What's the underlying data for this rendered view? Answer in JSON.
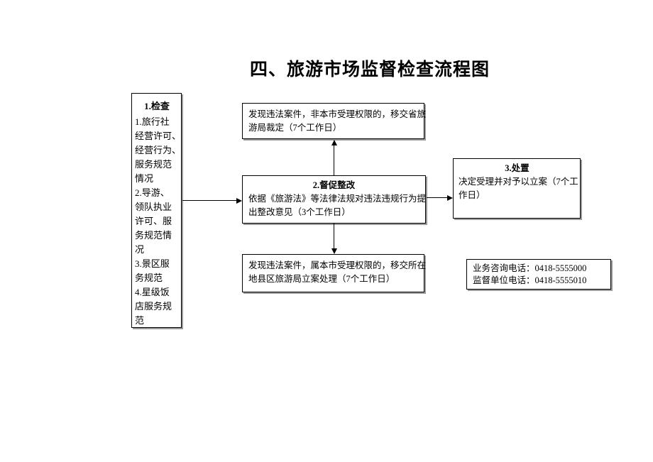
{
  "page": {
    "title": "四、旅游市场监督检查流程图"
  },
  "colors": {
    "background": "#ffffff",
    "text": "#000000",
    "box_border": "#000000",
    "box_shadow": "#999999",
    "arrow": "#000000"
  },
  "flowchart": {
    "check_box": {
      "title": "1.检查",
      "lines": [
        "1.旅行社",
        "经营许可、",
        "经营行为、",
        "服务规范",
        "情况",
        "2.导游、",
        "领队执业",
        "许可、服",
        "务规范情",
        "况",
        "3.景区服",
        "务规范",
        "4.星级饭",
        "店服务规",
        "范"
      ]
    },
    "report_box": {
      "lines": [
        "发现违法案件，非本市受理权限的，移交省旅",
        "游局裁定（7个工作日）"
      ]
    },
    "supervise_box": {
      "title": "2.督促整改",
      "lines": [
        "依据《旅游法》等法律法规对违法违规行为提",
        "出整改意见（3个工作日）"
      ]
    },
    "transfer_box": {
      "lines": [
        "发现违法案件，属本市受理权限的，移交所在",
        "地县区旅游局立案处理（7个工作日）"
      ]
    },
    "dispose_box": {
      "title": "3.处置",
      "lines": [
        "决定受理并对予以立案（7个工",
        "作日）"
      ]
    },
    "contact_box": {
      "lines": [
        "业务咨询电话：0418-5555000",
        "监督单位电话：0418-5555010"
      ]
    }
  }
}
